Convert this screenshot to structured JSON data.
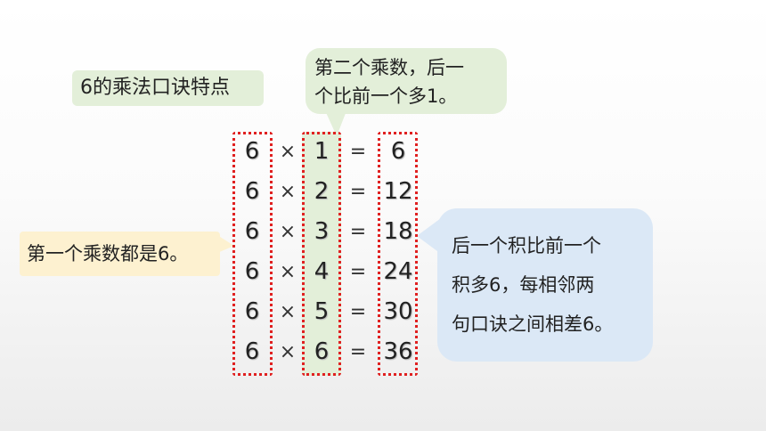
{
  "title": "6的乘法口诀特点",
  "note_second_multiplier": [
    "第二个乘数，后一",
    "个比前一个多1。"
  ],
  "note_first_multiplier": "第一个乘数都是6。",
  "note_product": [
    "后一个积比前一个",
    "积多6，每相邻两",
    "句口诀之间相差6。"
  ],
  "operators": {
    "times": "×",
    "equals": "="
  },
  "rows": [
    {
      "a": "6",
      "b": "1",
      "p": "6"
    },
    {
      "a": "6",
      "b": "2",
      "p": "12"
    },
    {
      "a": "6",
      "b": "3",
      "p": "18"
    },
    {
      "a": "6",
      "b": "4",
      "p": "24"
    },
    {
      "a": "6",
      "b": "5",
      "p": "30"
    },
    {
      "a": "6",
      "b": "6",
      "p": "36"
    }
  ],
  "colors": {
    "green_fill": "#e3efd9",
    "yellow_fill": "#fdf1d0",
    "blue_fill": "#dbe8f6",
    "dotted_border": "#e02020"
  }
}
